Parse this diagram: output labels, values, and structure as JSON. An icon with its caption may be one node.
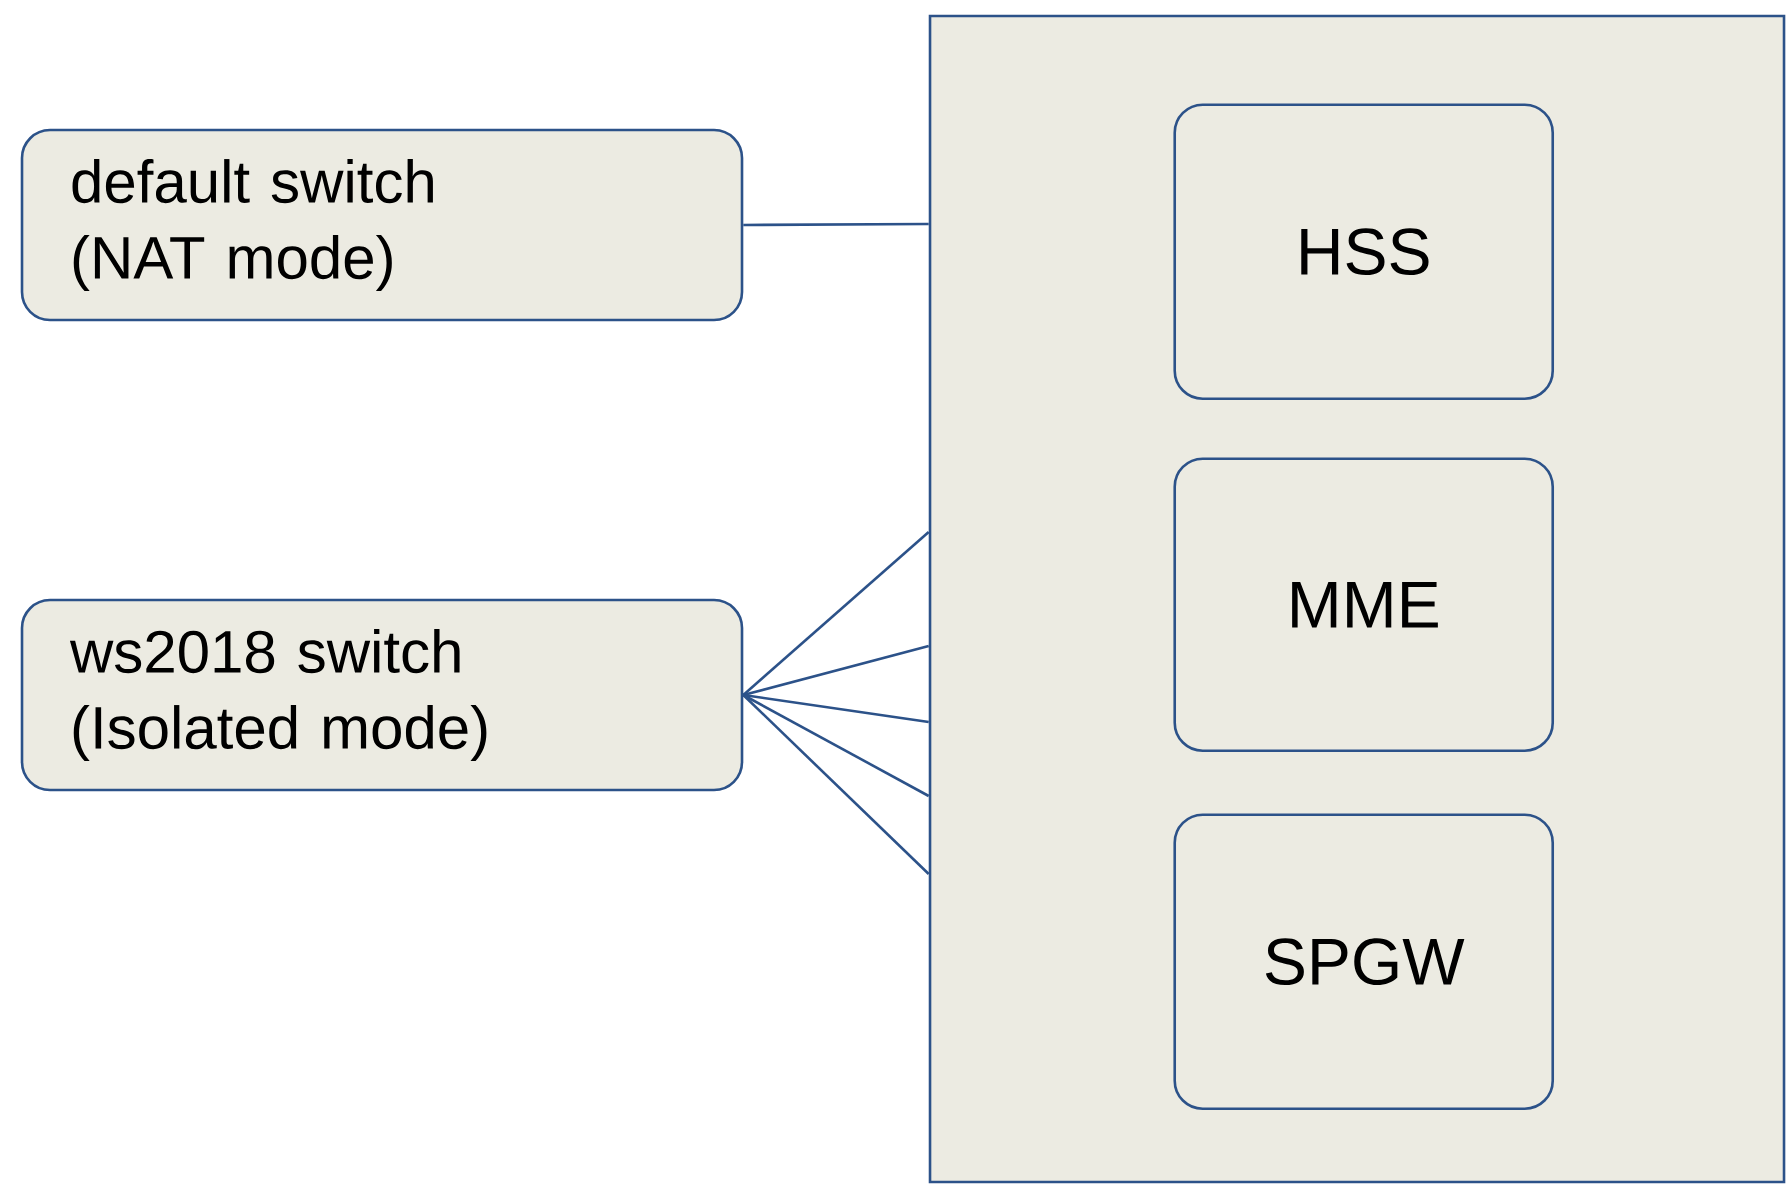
{
  "diagram": {
    "nodes": [
      {
        "text": [
          "default switch (NAT mode)"
        ]
      },
      {
        "text": [
          "ws2018 switch (Isolated mode)"
        ]
      },
      {
        "text": [],
        "shape": "box"
      },
      {
        "text": [
          "HSS"
        ],
        "in": 2
      },
      {
        "text": [
          "MME"
        ],
        "in": 2
      },
      {
        "text": [
          "SPGW"
        ],
        "in": 2
      }
    ],
    "edges": [
      {
        "from": 0,
        "to": 2,
        "arrow": "none"
      },
      {
        "from": 1,
        "to": 2,
        "arrow": "none"
      },
      {
        "from": 1,
        "to": 2,
        "arrow": "none"
      },
      {
        "from": 1,
        "to": 2,
        "arrow": "none"
      },
      {
        "from": 1,
        "to": 2,
        "arrow": "none"
      },
      {
        "from": 1,
        "to": 2,
        "arrow": "none"
      }
    ]
  }
}
